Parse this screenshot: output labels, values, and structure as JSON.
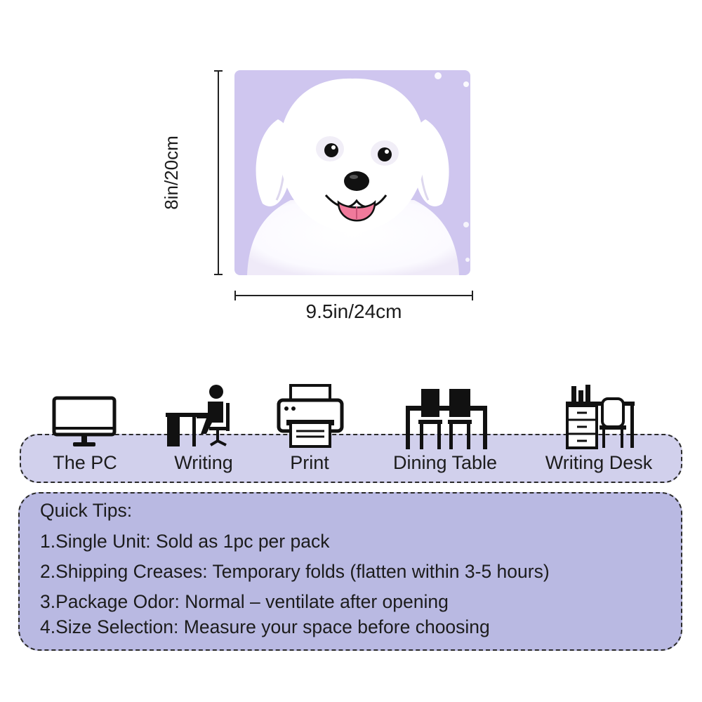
{
  "dimensions": {
    "height_label": "8in/20cm",
    "width_label": "9.5in/24cm"
  },
  "product": {
    "image_icon": "white-puppy-mousepad",
    "background_color": "#cfc6ef"
  },
  "usage": {
    "items": [
      {
        "label": "The PC",
        "icon": "computer-monitor-icon"
      },
      {
        "label": "Writing",
        "icon": "person-at-desk-icon"
      },
      {
        "label": "Print",
        "icon": "printer-icon"
      },
      {
        "label": "Dining Table",
        "icon": "dining-table-icon"
      },
      {
        "label": "Writing Desk",
        "icon": "writing-desk-icon"
      }
    ],
    "panel_color": "#d1d0ec"
  },
  "tips": {
    "title": "Quick Tips:",
    "items": [
      "1.Single Unit: Sold as 1pc per pack",
      "2.Shipping Creases: Temporary folds (flatten within 3-5 hours)",
      "3.Package Odor: Normal – ventilate after opening",
      "4.Size Selection: Measure your space before choosing"
    ],
    "panel_color": "#b9b9e2"
  }
}
